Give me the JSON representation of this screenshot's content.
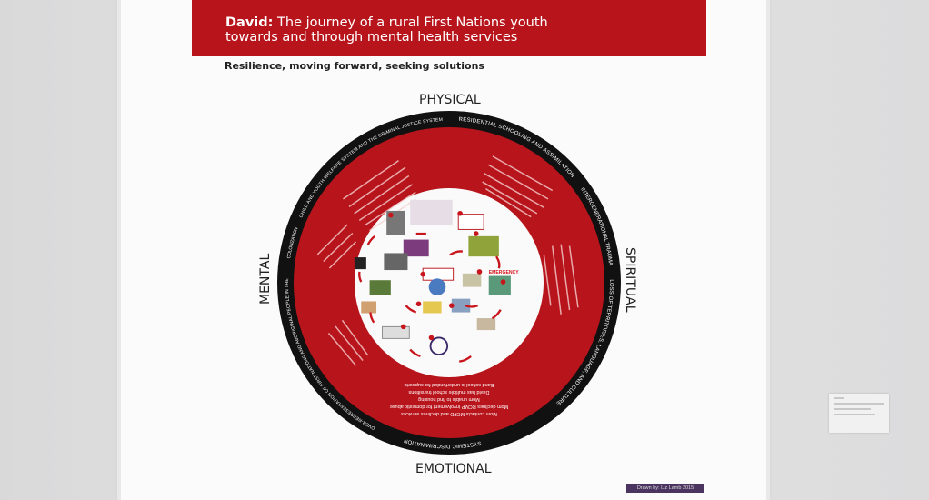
{
  "title": {
    "name": "David:",
    "rest": "The journey of a rural First Nations youth",
    "line2": "towards and through mental health services"
  },
  "subtitle": "Resilience, moving forward, seeking solutions",
  "directions": {
    "top": "PHYSICAL",
    "right": "SPIRITUAL",
    "bottom": "EMOTIONAL",
    "left": "MENTAL"
  },
  "ring_labels": {
    "residential": "RESIDENTIAL SCHOOLING AND ASSIMILATION",
    "intergenerational": "INTERGENERATIONAL TRAUMA",
    "territories": "LOSS OF TERRITORIES, LANGUAGE, AND CULTURE",
    "systemic": "SYSTEMIC DISCRIMINATION",
    "overrep": "OVER-REPRESENTATION OF FIRST NATIONS AND ABORIGINAL PEOPLE IN THE",
    "overrep2": "CHILD AND YOUTH WELFARE SYSTEM AND THE CRIMINAL JUSTICE SYSTEM",
    "colonization": "COLONIZATION"
  },
  "bottom_notes": [
    "Mom contacts MCFD and declines services",
    "Mom declines RCMP involvement for domestic abuse",
    "Mom unable to find housing",
    "David has multiple school transitions",
    "Band school is underfunded for supports"
  ],
  "center_labels": {
    "emergency": "EMERGENCY"
  },
  "credit": "Drawn by: Liz Lamb 2015",
  "colors": {
    "red": "#b8141b",
    "black": "#111111",
    "purple": "#4b3560"
  }
}
